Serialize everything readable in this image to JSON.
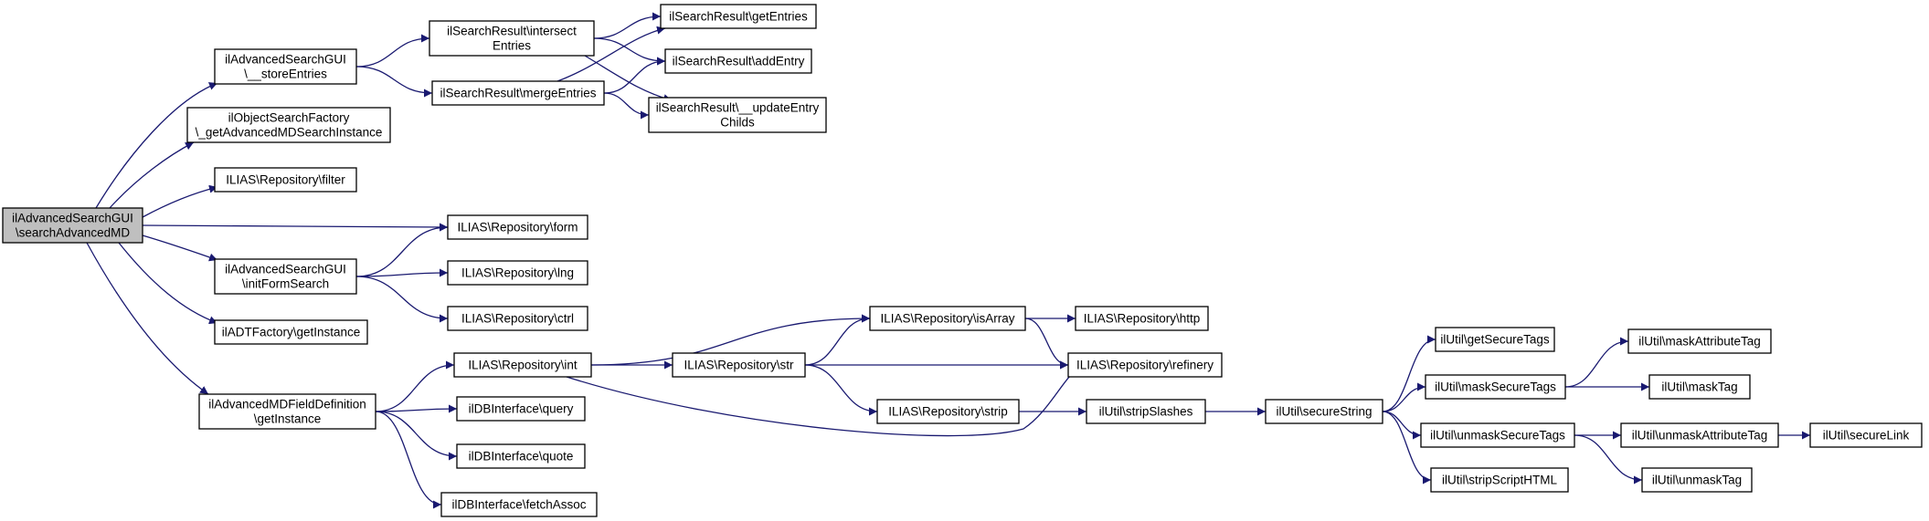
{
  "graph": {
    "edge_color": "#191970",
    "root_fill": "#bfbfbf",
    "nodes": {
      "root": {
        "lines": [
          "ilAdvancedSearchGUI",
          "\\searchAdvancedMD"
        ]
      },
      "store": {
        "lines": [
          "ilAdvancedSearchGUI",
          "\\__storeEntries"
        ]
      },
      "osf": {
        "lines": [
          "ilObjectSearchFactory",
          "\\_getAdvancedMDSearchInstance"
        ]
      },
      "filter": {
        "lines": [
          "ILIAS\\Repository\\filter"
        ]
      },
      "form": {
        "lines": [
          "ILIAS\\Repository\\form"
        ]
      },
      "initform": {
        "lines": [
          "ilAdvancedSearchGUI",
          "\\initFormSearch"
        ]
      },
      "adt": {
        "lines": [
          "ilADTFactory\\getInstance"
        ]
      },
      "mdfd": {
        "lines": [
          "ilAdvancedMDFieldDefinition",
          "\\getInstance"
        ]
      },
      "intersect": {
        "lines": [
          "ilSearchResult\\intersect",
          "Entries"
        ]
      },
      "merge": {
        "lines": [
          "ilSearchResult\\mergeEntries"
        ]
      },
      "getentries": {
        "lines": [
          "ilSearchResult\\getEntries"
        ]
      },
      "addentry": {
        "lines": [
          "ilSearchResult\\addEntry"
        ]
      },
      "update": {
        "lines": [
          "ilSearchResult\\__updateEntry",
          "Childs"
        ]
      },
      "lng": {
        "lines": [
          "ILIAS\\Repository\\lng"
        ]
      },
      "ctrl": {
        "lines": [
          "ILIAS\\Repository\\ctrl"
        ]
      },
      "int": {
        "lines": [
          "ILIAS\\Repository\\int"
        ]
      },
      "query": {
        "lines": [
          "ilDBInterface\\query"
        ]
      },
      "quote": {
        "lines": [
          "ilDBInterface\\quote"
        ]
      },
      "fetch": {
        "lines": [
          "ilDBInterface\\fetchAssoc"
        ]
      },
      "str": {
        "lines": [
          "ILIAS\\Repository\\str"
        ]
      },
      "isarray": {
        "lines": [
          "ILIAS\\Repository\\isArray"
        ]
      },
      "strip": {
        "lines": [
          "ILIAS\\Repository\\strip"
        ]
      },
      "http": {
        "lines": [
          "ILIAS\\Repository\\http"
        ]
      },
      "refinery": {
        "lines": [
          "ILIAS\\Repository\\refinery"
        ]
      },
      "stripslashes": {
        "lines": [
          "ilUtil\\stripSlashes"
        ]
      },
      "securestring": {
        "lines": [
          "ilUtil\\secureString"
        ]
      },
      "getsecure": {
        "lines": [
          "ilUtil\\getSecureTags"
        ]
      },
      "masksecure": {
        "lines": [
          "ilUtil\\maskSecureTags"
        ]
      },
      "unmasksecure": {
        "lines": [
          "ilUtil\\unmaskSecureTags"
        ]
      },
      "stripscript": {
        "lines": [
          "ilUtil\\stripScriptHTML"
        ]
      },
      "maskattr": {
        "lines": [
          "ilUtil\\maskAttributeTag"
        ]
      },
      "masktag": {
        "lines": [
          "ilUtil\\maskTag"
        ]
      },
      "unmaskattr": {
        "lines": [
          "ilUtil\\unmaskAttributeTag"
        ]
      },
      "unmasktag": {
        "lines": [
          "ilUtil\\unmaskTag"
        ]
      },
      "securelink": {
        "lines": [
          "ilUtil\\secureLink"
        ]
      }
    },
    "edges": [
      [
        "root",
        "store"
      ],
      [
        "root",
        "osf"
      ],
      [
        "root",
        "filter"
      ],
      [
        "root",
        "form"
      ],
      [
        "root",
        "initform"
      ],
      [
        "root",
        "adt"
      ],
      [
        "root",
        "mdfd"
      ],
      [
        "store",
        "intersect"
      ],
      [
        "store",
        "merge"
      ],
      [
        "intersect",
        "getentries"
      ],
      [
        "intersect",
        "addentry"
      ],
      [
        "intersect",
        "update"
      ],
      [
        "merge",
        "getentries"
      ],
      [
        "merge",
        "addentry"
      ],
      [
        "merge",
        "update"
      ],
      [
        "initform",
        "form"
      ],
      [
        "initform",
        "lng"
      ],
      [
        "initform",
        "ctrl"
      ],
      [
        "mdfd",
        "int"
      ],
      [
        "mdfd",
        "query"
      ],
      [
        "mdfd",
        "quote"
      ],
      [
        "mdfd",
        "fetch"
      ],
      [
        "int",
        "isarray"
      ],
      [
        "int",
        "str"
      ],
      [
        "int",
        "refinery"
      ],
      [
        "str",
        "isarray"
      ],
      [
        "str",
        "refinery"
      ],
      [
        "str",
        "strip"
      ],
      [
        "isarray",
        "http"
      ],
      [
        "isarray",
        "refinery"
      ],
      [
        "strip",
        "stripslashes"
      ],
      [
        "stripslashes",
        "securestring"
      ],
      [
        "securestring",
        "getsecure"
      ],
      [
        "securestring",
        "masksecure"
      ],
      [
        "securestring",
        "unmasksecure"
      ],
      [
        "securestring",
        "stripscript"
      ],
      [
        "masksecure",
        "maskattr"
      ],
      [
        "masksecure",
        "masktag"
      ],
      [
        "unmasksecure",
        "unmaskattr"
      ],
      [
        "unmasksecure",
        "unmasktag"
      ],
      [
        "unmaskattr",
        "securelink"
      ]
    ]
  }
}
